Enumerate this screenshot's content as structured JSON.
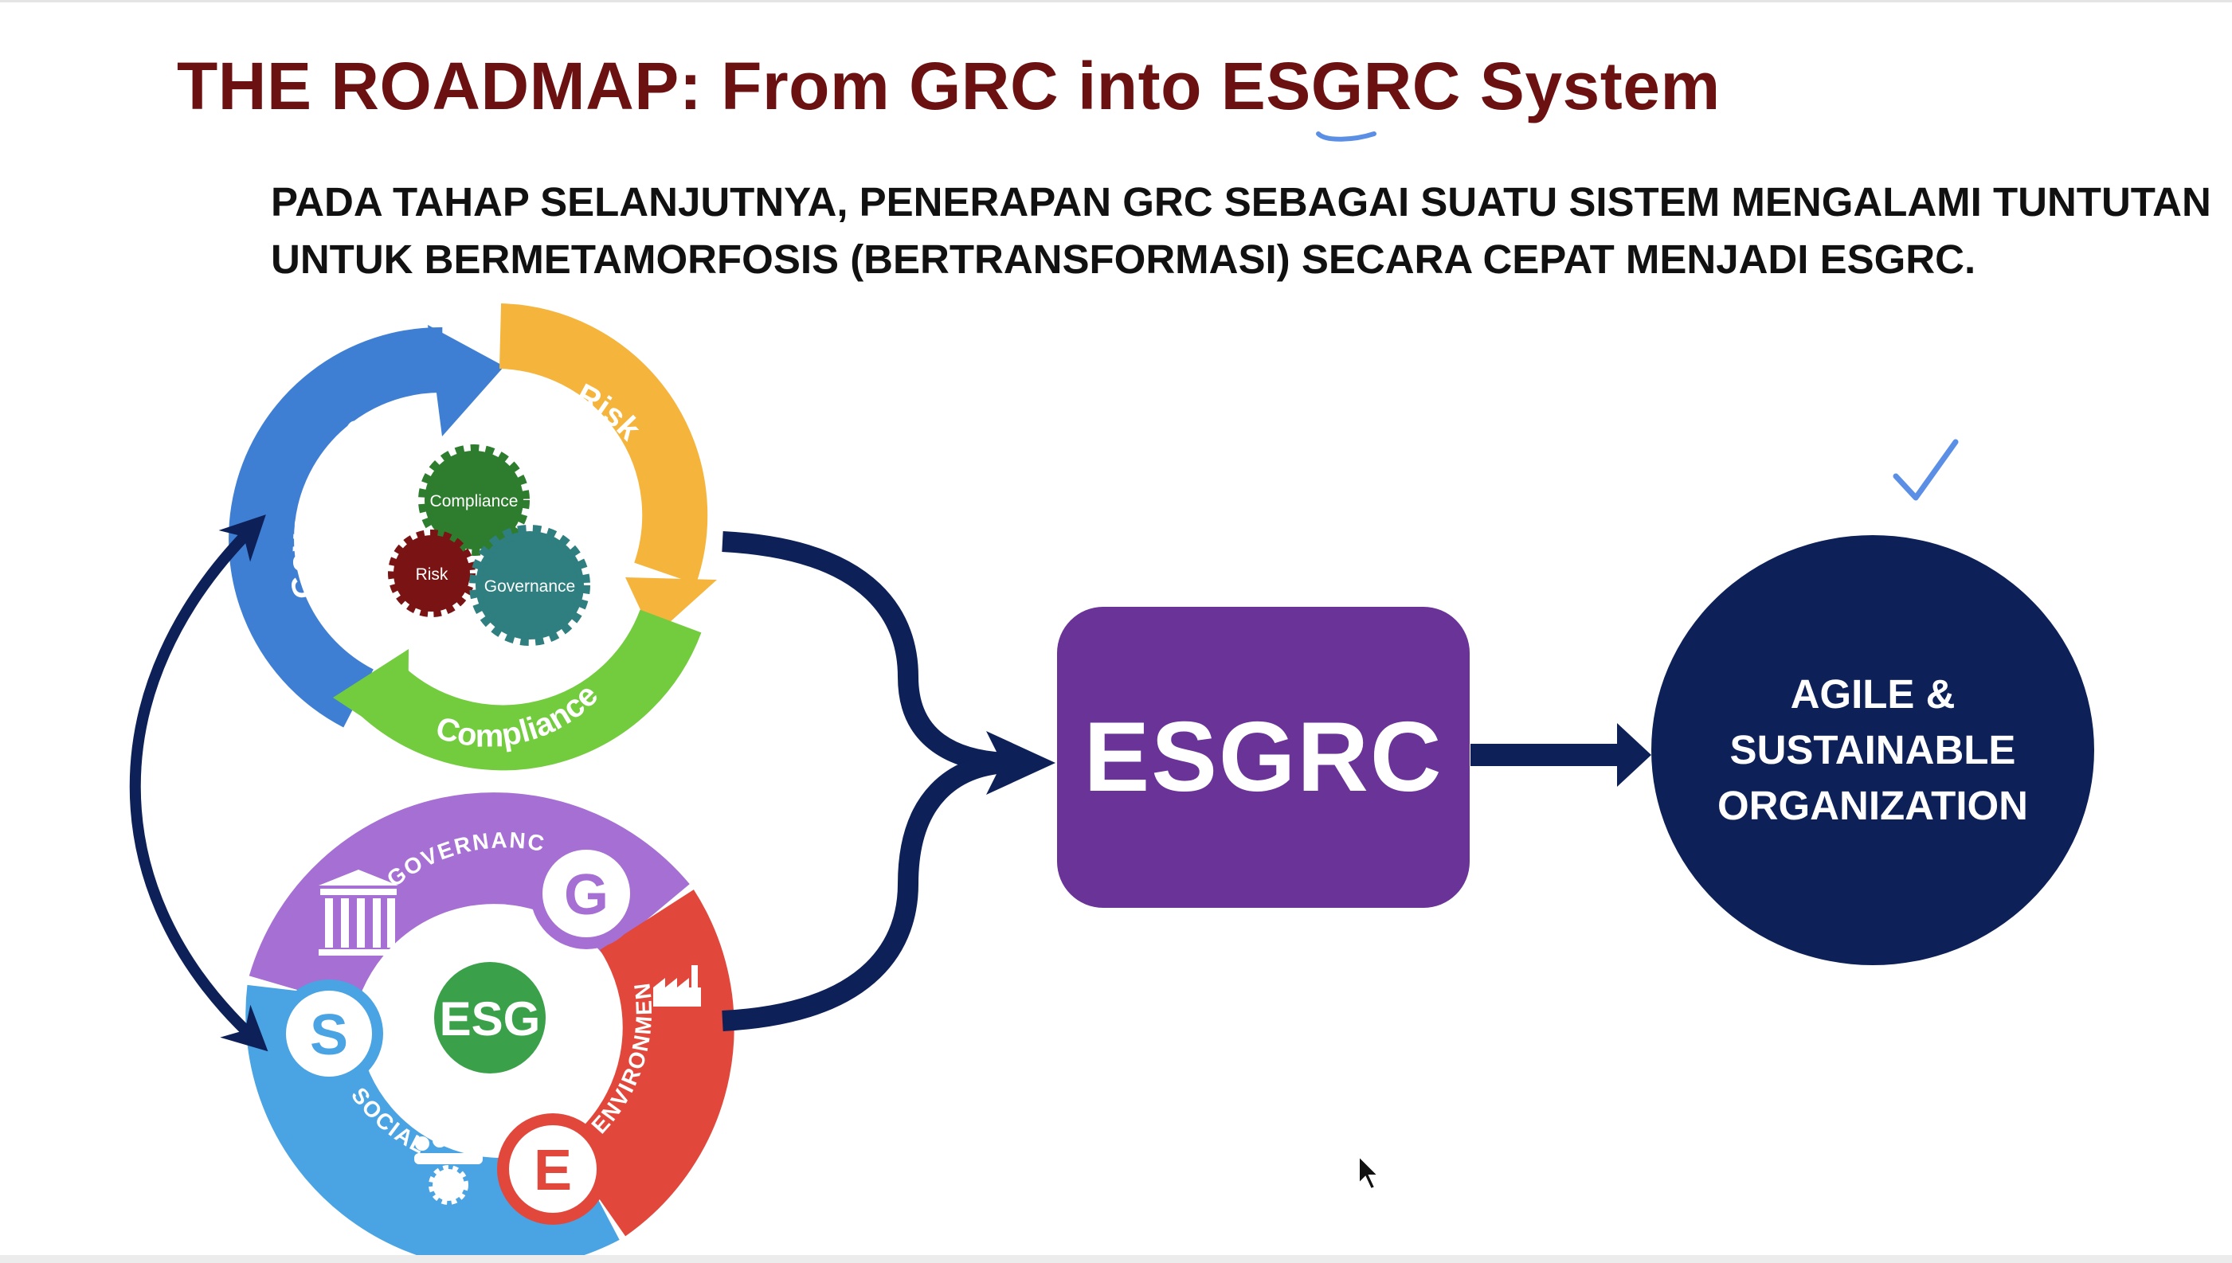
{
  "slide": {
    "title": "THE ROADMAP: From GRC into ESGRC System",
    "subtitle_lines": [
      "PADA TAHAP SELANJUTNYA, PENERAPAN GRC SEBAGAI SUATU SISTEM MENGALAMI TUNTUTAN",
      "UNTUK BERMETAMORFOSIS (BERTRANSFORMASI) SECARA CEPAT MENJADI ESGRC."
    ]
  },
  "grc_cycle": {
    "arc_labels": {
      "governance": "Governance",
      "risk": "Risk",
      "compliance": "Compliance"
    },
    "gears": {
      "compliance": "Compliance",
      "risk": "Risk",
      "governance": "Governance"
    },
    "colors": {
      "governance": "#3f7fd3",
      "risk": "#f5b43c",
      "compliance": "#72cc3e",
      "gear_compliance": "#2e7d2e",
      "gear_risk": "#7a1414",
      "gear_governance": "#2f7e80"
    }
  },
  "esg_wheel": {
    "center": "ESG",
    "letters": {
      "governance": "G",
      "social": "S",
      "environment": "E"
    },
    "labels": {
      "governance": "GOVERNANCE",
      "social": "SOCIAL",
      "environment": "ENVIRONMENT"
    },
    "colors": {
      "governance": "#a66fd4",
      "social": "#4aa3e2",
      "environment": "#e2473c",
      "center": "#3aa14a"
    }
  },
  "flow": {
    "esgrc_label": "ESGRC",
    "outcome_lines": [
      "AGILE &",
      "SUSTAINABLE",
      "ORGANIZATION"
    ],
    "colors": {
      "arrows": "#0d2058",
      "esgrc_box": "#6a3398",
      "outcome": "#0d2058"
    }
  },
  "annotations": {
    "pen_color": "#5b8fe6"
  }
}
